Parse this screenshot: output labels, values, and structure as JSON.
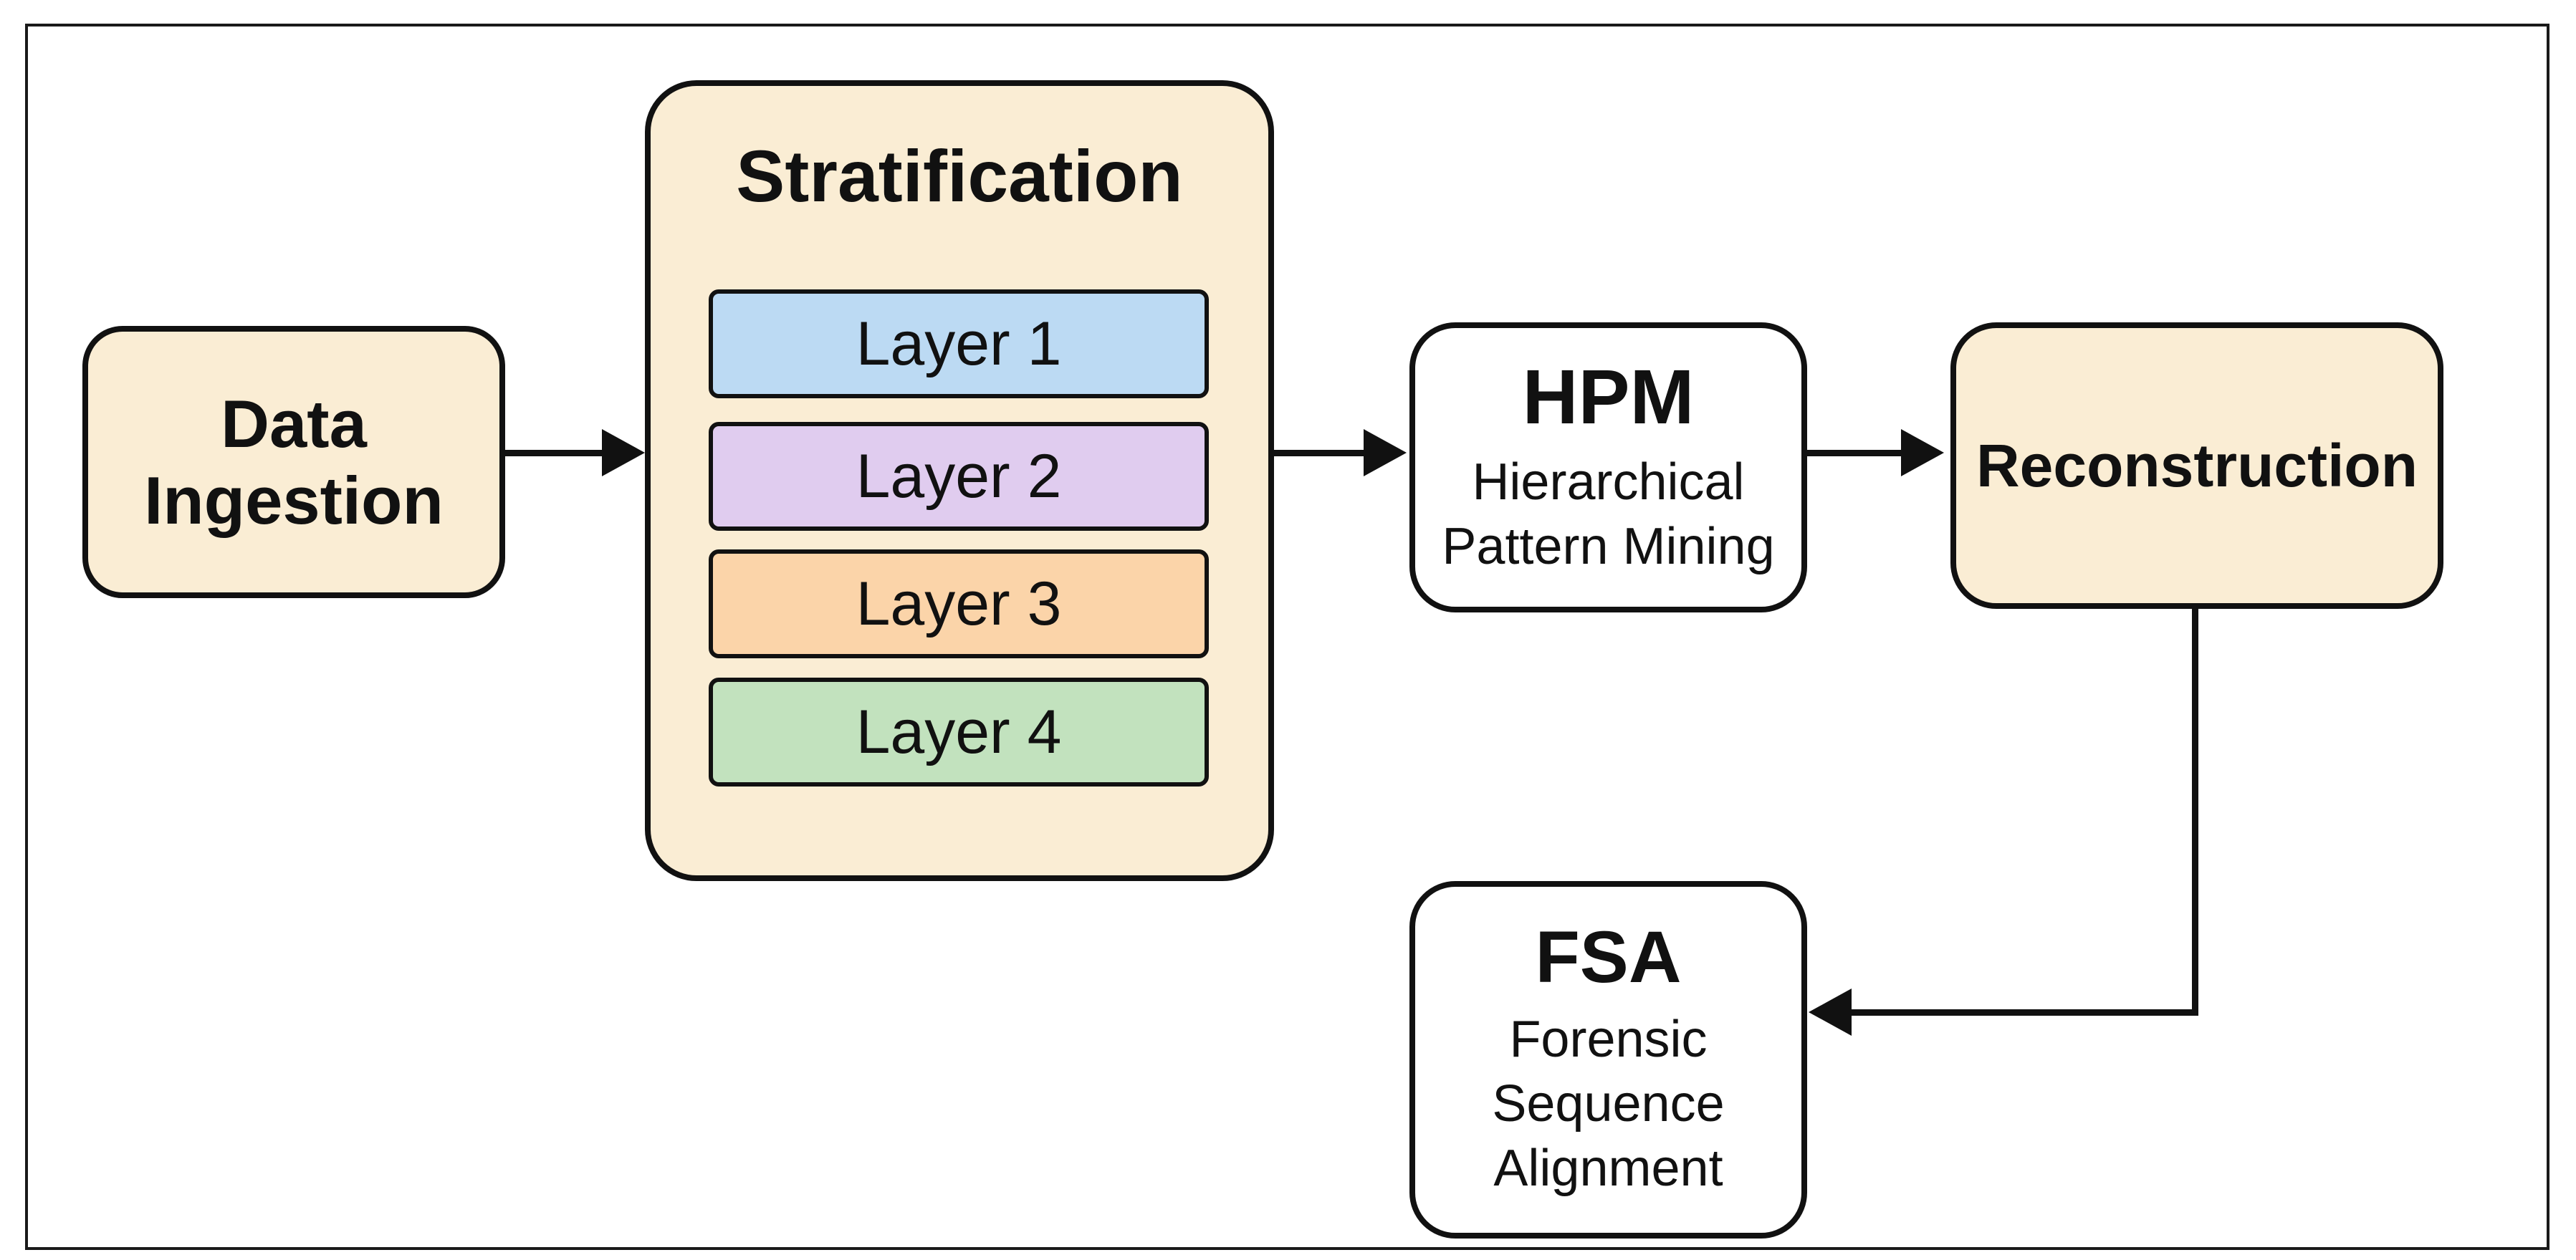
{
  "figure": {
    "nodes": {
      "data_ingestion": {
        "lines": [
          "Data",
          "Ingestion"
        ]
      },
      "stratification": {
        "title": "Stratification",
        "layers": [
          {
            "label": "Layer 1",
            "fill": "#BCDAF3"
          },
          {
            "label": "Layer 2",
            "fill": "#E0CCEF"
          },
          {
            "label": "Layer 3",
            "fill": "#FBD4A9"
          },
          {
            "label": "Layer 4",
            "fill": "#C2E2BE"
          }
        ]
      },
      "hpm": {
        "abbr": "HPM",
        "subtitle_lines": [
          "Hierarchical",
          "Pattern Mining"
        ]
      },
      "reconstruction": {
        "label": "Reconstruction"
      },
      "fsa": {
        "abbr": "FSA",
        "subtitle_lines": [
          "Forensic",
          "Sequence",
          "Alignment"
        ]
      }
    },
    "colors": {
      "cream_fill": "#FAEDD4",
      "white_fill": "#FFFFFF",
      "outline": "#111111",
      "frame_border": "#1A1A1A",
      "connector": "#111111"
    }
  }
}
